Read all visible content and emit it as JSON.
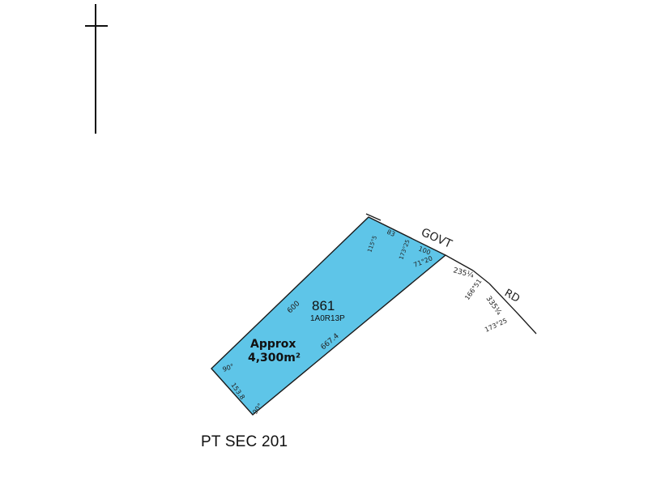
{
  "parcel": {
    "lot_number": "861",
    "area_imperial": "1A0R13P",
    "approx_label": "Approx",
    "approx_area": "4,300m²",
    "fill_color": "#5ec5e8"
  },
  "road": {
    "name_part1": "GOVT",
    "name_part2": "RD"
  },
  "measurements": {
    "west_side": "600",
    "east_side": "667.4",
    "north_top": "83",
    "south_bottom": "153.8",
    "angle_nw": "115°5",
    "angle_ne_inner": "173°25",
    "angle_ne": "71°20",
    "angle_sw": "90°",
    "angle_se": "90°",
    "frontage_inner": "100",
    "road_segment1": "235¼",
    "road_angle1": "166°51",
    "road_segment2": "335¼",
    "road_angle2": "173°25"
  },
  "section_label": "PT SEC 201"
}
